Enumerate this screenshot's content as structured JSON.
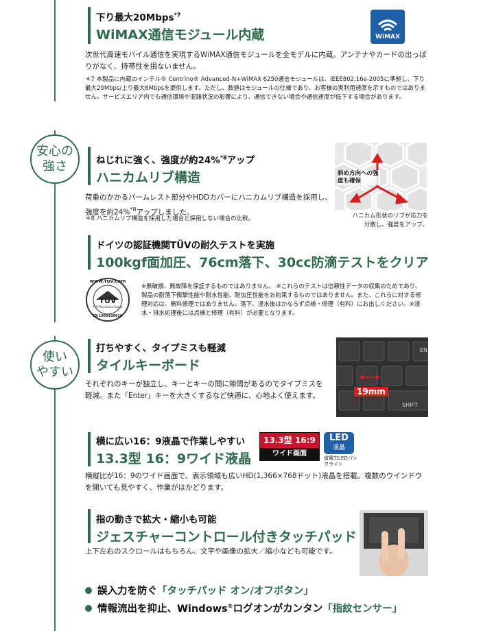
{
  "wimax": {
    "sub": "下り最大20Mbps",
    "sub_sup": "*7",
    "title": "WiMAX通信モジュール内蔵",
    "logo_text": "WiMAX",
    "body": "次世代高速モバイル通信を実現するWiMAX通信モジュールを全モデルに内蔵。アンテナやカードの出っぱりがなく、持帯性を損ないません。",
    "note": "＊7 本製品に内蔵のインテル® Centrino® Advanced-N+WiMAX 6250通信モジュールは、IEEE802.16e-2005に準拠し、下り最大20Mbps/上り最大6Mbpsを提供します。ただし、数値はモジュールの仕様であり、お客様の実利用速度を示すものではありません。サービスエリア内でも通信環境や混雑状況の影響により、通信できない場合や通信速度が低下する場合があります。"
  },
  "safety_badge": [
    "安心の",
    "強さ"
  ],
  "usability_badge": [
    "使い",
    "やすい"
  ],
  "honeycomb": {
    "sub": "ねじれに強く、強度が約24%",
    "sub_sup": "*8",
    "sub_tail": "アップ",
    "title": "ハニカムリブ構造",
    "body": "荷重のかかるパームレスト部分やHDDカバーにハニカムリブ構造を採用し、強度を約24%",
    "body_sup": "*8",
    "body_tail": "アップしました。",
    "note": "＊8 ハニカムリブ構造を採用した場合と採用しない場合の比較。",
    "image_label": "斜め方向への強度も確保",
    "caption": "ハニカム形状のリブが応力を分散し、強度をアップ。"
  },
  "tuv": {
    "sub": "ドイツの認証機関TÜVの耐久テストを実施",
    "title": "100kgf面加圧、76cm落下、30cc防滴テストをクリア",
    "logo_top": "www.tuv.com",
    "logo_mid": "TÜV",
    "logo_small": "TÜV Rheinland Group",
    "logo_id": "ID:1000100010",
    "note": "※無破損、無故障を保証するものではありません。 ※これらのテストは信頼性データの収集のためであり、製品の耐落下衝撃性能や耐水性能、耐加圧性能をお約束するものではありません。また、これらに対する修理対応は、無料修理ではありません。落下、浸水後はかならず点検・修理（有料）にお出しください。※浸水・排水処理後には点検と修理（有料）が必要となります。"
  },
  "keyboard": {
    "sub": "打ちやすく、タイプミスも軽減",
    "title": "タイルキーボード",
    "body": "それぞれのキーが独立し、キーとキーの間に隙間があるのでタイプミスを軽減。また「Enter」キーを大きくするなど快適に、心地よく使えます。",
    "measure": "19mm",
    "shift_label": "SHIFT",
    "key_e": "EN"
  },
  "display": {
    "sub": "横に広い16：9液晶で作業しやすい",
    "title": "13.3型 16：9ワイド液晶",
    "badge_top": "13.3型 16:9",
    "badge_bottom": "ワイド画面",
    "led_top": "LED",
    "led_bottom": "液晶",
    "led_caption": "省電力LEDバックライト",
    "body": "横縦比が16：9のワイド画面で、表示領域も広いHD(1,366×768ドット)液晶を搭載。複数のウインドウを開いても見やすく、作業がはかどります。"
  },
  "touchpad": {
    "sub": "指の動きで拡大・縮小も可能",
    "title": "ジェスチャーコントロール付きタッチパッド",
    "body": "上下左右のスクロールはもちろん、文字や画像の拡大／縮小なども可能です。"
  },
  "bullets": [
    {
      "pre": "誤入力を防ぐ",
      "accent": "「タッチパッド オン/オフボタン」",
      "sup": ""
    },
    {
      "pre": "情報流出を抑止、Windows",
      "sup": "®",
      "mid": "ログオンがカンタン",
      "accent": "「指紋センサー」"
    }
  ],
  "colors": {
    "accent": "#2e6b4d",
    "wimax_blue": "#1f5fa8",
    "led_blue": "#1f5fa8"
  }
}
